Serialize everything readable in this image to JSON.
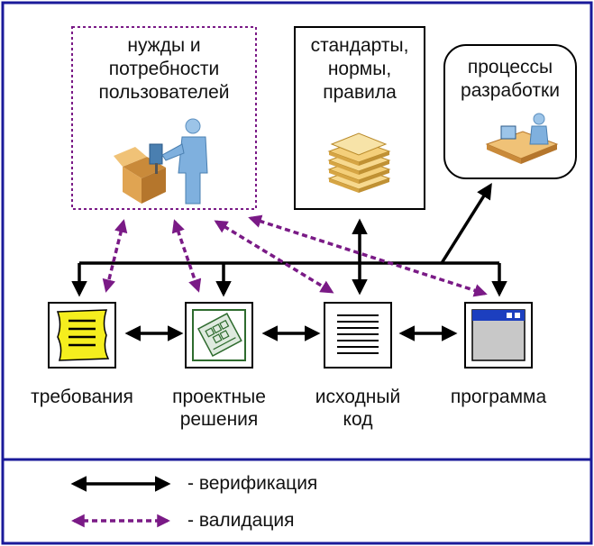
{
  "colors": {
    "frame": "#1a1a9a",
    "verification": "#000000",
    "validation": "#7a1a86",
    "sticky_note": "#f5ee1e",
    "design_doc": "#dfeadf",
    "program_titlebar": "#1c3fbf",
    "program_body": "#c8c8c8"
  },
  "boxes": {
    "user_needs": {
      "line1": "нужды и",
      "line2": "потребности",
      "line3": "пользователей"
    },
    "standards": {
      "line1": "стандарты,",
      "line2": "нормы,",
      "line3": "правила"
    },
    "dev_processes": {
      "line1": "процессы",
      "line2": "разработки"
    }
  },
  "artifacts": {
    "requirements": "требования",
    "design_line1": "проектные",
    "design_line2": "решения",
    "source_line1": "исходный",
    "source_line2": "код",
    "program": "программа"
  },
  "legend": {
    "verification": "- верификация",
    "validation": "- валидация"
  },
  "icons": {
    "user_needs": "person-with-box-icon",
    "standards": "stack-of-papers-icon",
    "dev_processes": "developer-at-desk-icon",
    "requirements": "sticky-note-icon",
    "design": "blueprint-icon",
    "source": "text-document-icon",
    "program": "application-window-icon"
  }
}
